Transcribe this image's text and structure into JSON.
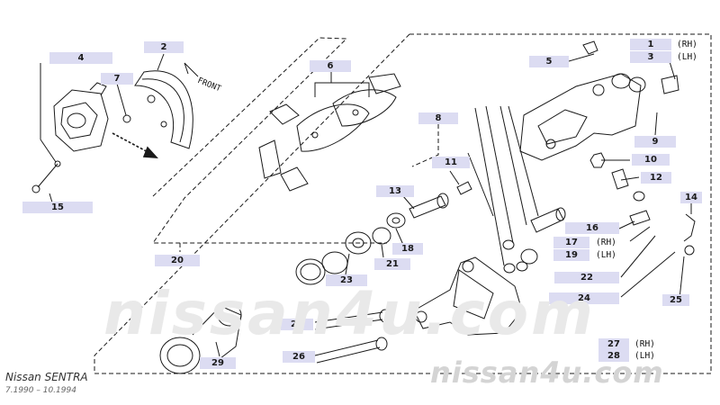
{
  "diagram": {
    "callouts": [
      {
        "id": "c1",
        "number": "1",
        "side": "(RH)"
      },
      {
        "id": "c2",
        "number": "2"
      },
      {
        "id": "c3",
        "number": "3",
        "side": "(LH)"
      },
      {
        "id": "c4",
        "number": "4"
      },
      {
        "id": "c5",
        "number": "5"
      },
      {
        "id": "c6",
        "number": "6"
      },
      {
        "id": "c7",
        "number": "7"
      },
      {
        "id": "c8",
        "number": "8"
      },
      {
        "id": "c9",
        "number": "9"
      },
      {
        "id": "c10",
        "number": "10"
      },
      {
        "id": "c11",
        "number": "11"
      },
      {
        "id": "c12",
        "number": "12"
      },
      {
        "id": "c13",
        "number": "13"
      },
      {
        "id": "c14",
        "number": "14"
      },
      {
        "id": "c15",
        "number": "15"
      },
      {
        "id": "c16",
        "number": "16"
      },
      {
        "id": "c17",
        "number": "17",
        "side": "(RH)"
      },
      {
        "id": "c18",
        "number": "18"
      },
      {
        "id": "c19",
        "number": "19",
        "side": "(LH)"
      },
      {
        "id": "c20",
        "number": "20"
      },
      {
        "id": "c21",
        "number": "21"
      },
      {
        "id": "c22",
        "number": "22"
      },
      {
        "id": "c23",
        "number": "23"
      },
      {
        "id": "c24",
        "number": "24"
      },
      {
        "id": "c25",
        "number": "25"
      },
      {
        "id": "c26a",
        "number": "26"
      },
      {
        "id": "c26b",
        "number": "26"
      },
      {
        "id": "c27",
        "number": "27",
        "side": "(RH)"
      },
      {
        "id": "c28",
        "number": "28",
        "side": "(LH)"
      },
      {
        "id": "c29",
        "number": "29"
      }
    ],
    "front_label": "FRONT",
    "footer": {
      "title": "Nissan SENTRA",
      "date_range": "7.1990 – 10.1994"
    },
    "watermark": "nissan4u.com",
    "watermark_small": "nissan4u.com",
    "colors": {
      "label_fill": "#dcdcf2",
      "ink": "#1a1a1a",
      "watermark": "#e6e6e6"
    }
  }
}
